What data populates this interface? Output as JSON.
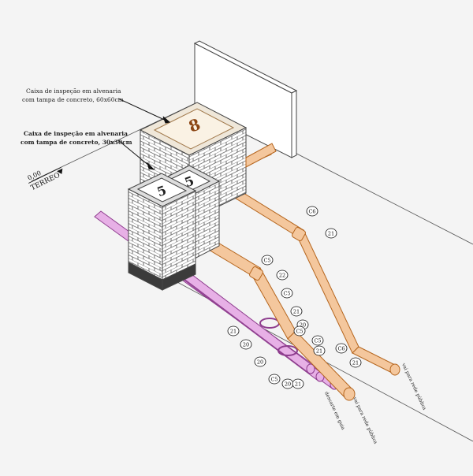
{
  "labels": {
    "box_large": [
      "Caixa de inspeção em alvenaria",
      "com tampa de concreto, 60x60cm"
    ],
    "box_small": [
      "Caixa de inspeção em alvenaria",
      "com tampa de concreto, 30x30cm"
    ],
    "level_value": "0,00",
    "level_name": "TERREO",
    "lid_large": "8",
    "lid_small_a": "5",
    "lid_small_b": "5",
    "to_public_network_right": "vai para rede pública",
    "to_public_network_left": "vai para rede pública",
    "to_gutter": "descarte em guia"
  },
  "callouts": [
    "C6",
    "21",
    "C5",
    "22",
    "C5",
    "21",
    "20",
    "21",
    "C5",
    "20",
    "C5",
    "21",
    "20",
    "C5",
    "20",
    "21",
    "C6",
    "21"
  ],
  "colors": {
    "sewer_pipe": "#f4c79d",
    "sewer_outline": "#b5651d",
    "rain_pipe": "#e7b0e6",
    "rain_outline": "#8e3d8e",
    "brick_line": "#555555",
    "slab": "#3b3b3b"
  }
}
